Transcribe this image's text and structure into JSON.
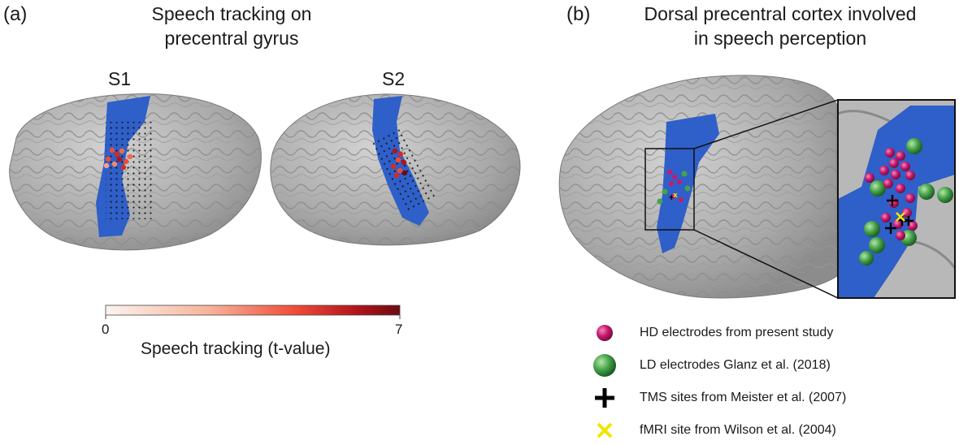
{
  "panel_a": {
    "letter": "(a)",
    "title_line1": "Speech tracking on",
    "title_line2": "precentral gyrus",
    "subject1": "S1",
    "subject2": "S2",
    "colorbar": {
      "min_label": "0",
      "max_label": "7",
      "label": "Speech tracking (t-value)",
      "color_low": "#fdf4ef",
      "color_mid": "#ef4a36",
      "color_high": "#6e0b12"
    }
  },
  "panel_b": {
    "letter": "(b)",
    "title_line1": "Dorsal precentral cortex involved",
    "title_line2": "in speech perception",
    "legend": [
      {
        "marker": "magenta-sphere",
        "color": "#c8196e",
        "label": "HD electrodes from present study"
      },
      {
        "marker": "green-sphere",
        "color": "#3f9c45",
        "label": "LD electrodes Glanz et al. (2018)"
      },
      {
        "marker": "black-plus",
        "color": "#000000",
        "label": "TMS sites from Meister et al. (2007)"
      },
      {
        "marker": "yellow-cross",
        "color": "#f2e600",
        "label": "fMRI site from Wilson et al. (2004)"
      }
    ]
  },
  "colors": {
    "brain": "#b3b3b3",
    "precentral": "#2f5fc8"
  }
}
